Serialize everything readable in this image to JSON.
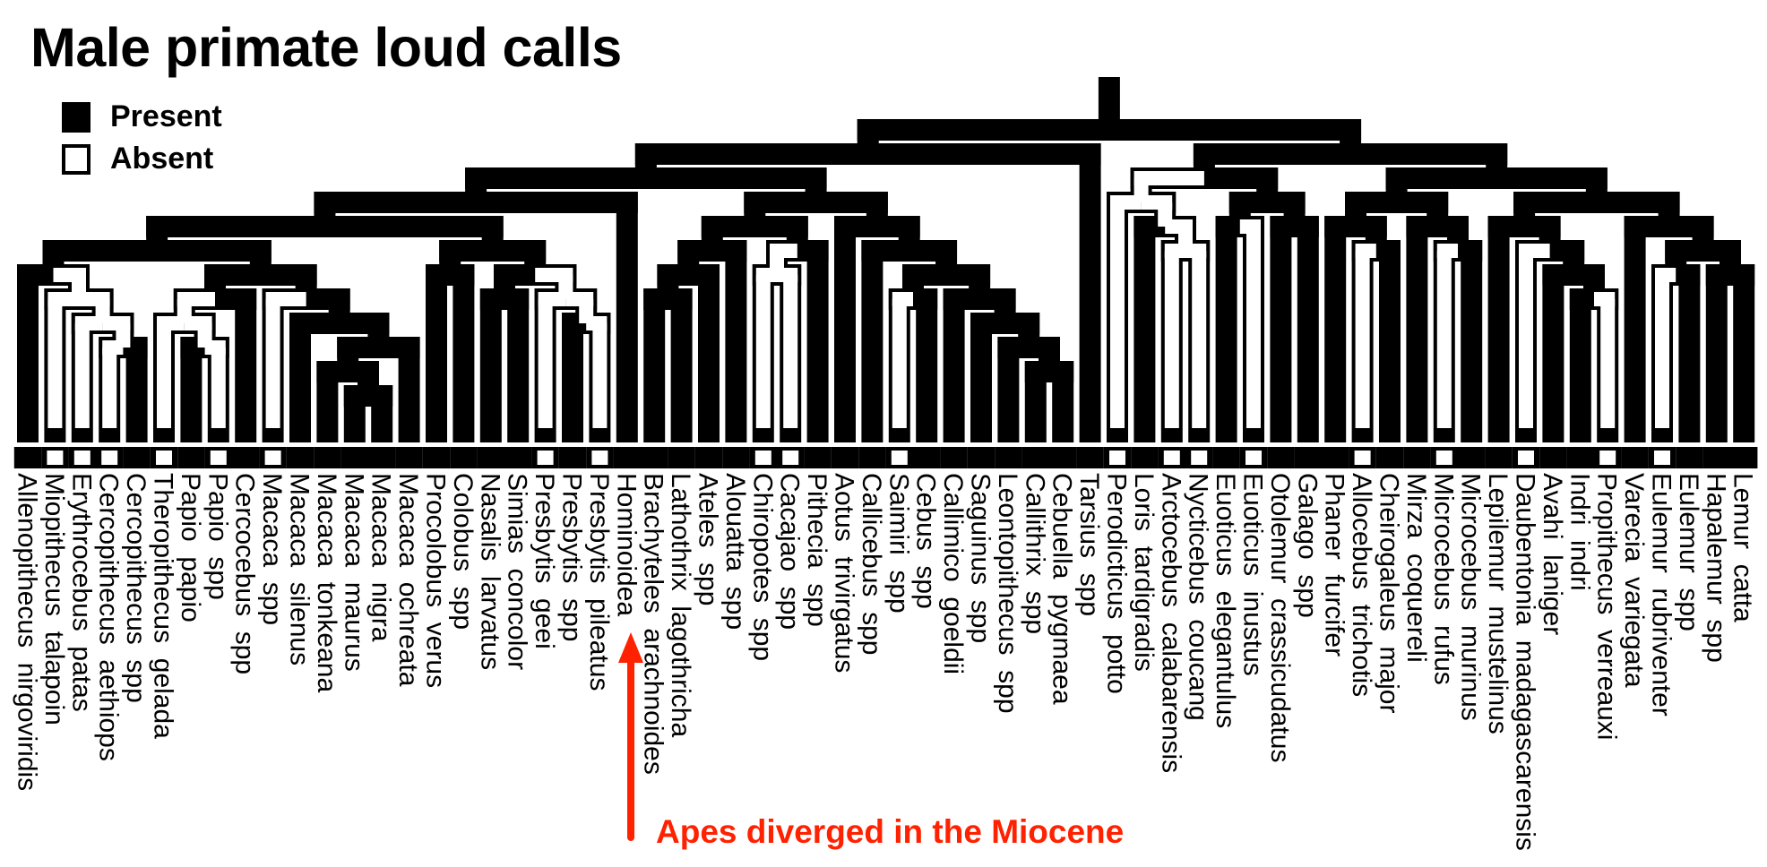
{
  "title": "Male primate loud calls",
  "legend": {
    "present_label": "Present",
    "absent_label": "Absent"
  },
  "colors": {
    "present": "#000000",
    "absent": "#ffffff",
    "annotation": "#ff2200"
  },
  "annotation": {
    "text": "Apes diverged in the Miocene",
    "points_to": "Hominoidea"
  },
  "taxa": [
    {
      "name": "Allenopithecus  nirgoviridis",
      "loud_call": "present"
    },
    {
      "name": "Miopithecus  talapoin",
      "loud_call": "absent"
    },
    {
      "name": "Erythrocebus  patas",
      "loud_call": "absent"
    },
    {
      "name": "Cercopithecus  aethiops",
      "loud_call": "absent"
    },
    {
      "name": "Cercopithecus  spp",
      "loud_call": "present"
    },
    {
      "name": "Theropithecus  gelada",
      "loud_call": "absent"
    },
    {
      "name": "Papio  papio",
      "loud_call": "present"
    },
    {
      "name": "Papio  spp",
      "loud_call": "absent"
    },
    {
      "name": "Cercocebus  spp",
      "loud_call": "present"
    },
    {
      "name": "Macaca  spp",
      "loud_call": "absent"
    },
    {
      "name": "Macaca  silenus",
      "loud_call": "present"
    },
    {
      "name": "Macaca  tonkeana",
      "loud_call": "present"
    },
    {
      "name": "Macaca  maurus",
      "loud_call": "present"
    },
    {
      "name": "Macaca  nigra",
      "loud_call": "present"
    },
    {
      "name": "Macaca  ochreata",
      "loud_call": "present"
    },
    {
      "name": "Procolobus  verus",
      "loud_call": "present"
    },
    {
      "name": "Colobus  spp",
      "loud_call": "present"
    },
    {
      "name": "Nasalis  larvatus",
      "loud_call": "present"
    },
    {
      "name": "Simias  concolor",
      "loud_call": "present"
    },
    {
      "name": "Presbytis  geei",
      "loud_call": "absent"
    },
    {
      "name": "Presbytis  spp",
      "loud_call": "present"
    },
    {
      "name": "Presbytis  pileatus",
      "loud_call": "absent"
    },
    {
      "name": "Hominoidea",
      "loud_call": "present"
    },
    {
      "name": "Brachyteles  arachnoides",
      "loud_call": "present"
    },
    {
      "name": "Lathothrix  lagothricha",
      "loud_call": "present"
    },
    {
      "name": "Ateles  spp",
      "loud_call": "present"
    },
    {
      "name": "Alouatta  spp",
      "loud_call": "present"
    },
    {
      "name": "Chiropotes  spp",
      "loud_call": "absent"
    },
    {
      "name": "Cacajao  spp",
      "loud_call": "absent"
    },
    {
      "name": "Pithecia  spp",
      "loud_call": "present"
    },
    {
      "name": "Aotus  trivirgatus",
      "loud_call": "present"
    },
    {
      "name": "Callicebus  spp",
      "loud_call": "present"
    },
    {
      "name": "Saimiri  spp",
      "loud_call": "absent"
    },
    {
      "name": "Cebus  spp",
      "loud_call": "present"
    },
    {
      "name": "Callimico  goeldii",
      "loud_call": "present"
    },
    {
      "name": "Saguinus  spp",
      "loud_call": "present"
    },
    {
      "name": "Leontopithecus  spp",
      "loud_call": "present"
    },
    {
      "name": "Callithrix  spp",
      "loud_call": "present"
    },
    {
      "name": "Cebuella  pygmaea",
      "loud_call": "present"
    },
    {
      "name": "Tarsius  spp",
      "loud_call": "present"
    },
    {
      "name": "Perodicticus  potto",
      "loud_call": "absent"
    },
    {
      "name": "Loris  tardigradis",
      "loud_call": "present"
    },
    {
      "name": "Arctocebus  calabarensis",
      "loud_call": "absent"
    },
    {
      "name": "Nycticebus  coucang",
      "loud_call": "absent"
    },
    {
      "name": "Euoticus  elegantulus",
      "loud_call": "present"
    },
    {
      "name": "Euoticus  inustus",
      "loud_call": "absent"
    },
    {
      "name": "Otolemur  crassicudatus",
      "loud_call": "present"
    },
    {
      "name": "Galago  spp",
      "loud_call": "present"
    },
    {
      "name": "Phaner  furcifer",
      "loud_call": "present"
    },
    {
      "name": "Allocebus  trichotis",
      "loud_call": "absent"
    },
    {
      "name": "Cheirogaleus  major",
      "loud_call": "present"
    },
    {
      "name": "Mirza  coquereli",
      "loud_call": "present"
    },
    {
      "name": "Microcebus  rufus",
      "loud_call": "absent"
    },
    {
      "name": "Microcebus  murinus",
      "loud_call": "present"
    },
    {
      "name": "Lepilemur  mustelinus",
      "loud_call": "present"
    },
    {
      "name": "Daubentonia  madagascarensis",
      "loud_call": "absent"
    },
    {
      "name": "Avahi  laniger",
      "loud_call": "present"
    },
    {
      "name": "Indri  indri",
      "loud_call": "present"
    },
    {
      "name": "Propithecus  verreauxi",
      "loud_call": "absent"
    },
    {
      "name": "Varecia  variegata",
      "loud_call": "present"
    },
    {
      "name": "Eulemur  rubriventer",
      "loud_call": "absent"
    },
    {
      "name": "Eulemur  spp",
      "loud_call": "present"
    },
    {
      "name": "Hapalemur  spp",
      "loud_call": "present"
    },
    {
      "name": "Lemur  catta",
      "loud_call": "present"
    }
  ],
  "topology": [
    [
      [
        [
          [
            [
              [
                1,
                [
                  2,
                  [
                    3,
                    [
                      4,
                      5
                    ]
                  ]
                ]
              ],
              [
                [
                  [
                    6,
                    [
                      7,
                      8
                    ]
                  ],
                  9
                ],
                [
                  10,
                  [
                    11,
                    [
                      [
                        12,
                        [
                          13,
                          14
                        ]
                      ],
                      15
                    ]
                  ]
                ]
              ]
            ],
            [
              [
                16,
                17
              ],
              [
                [
                  18,
                  19
                ],
                [
                  20,
                  [
                    21,
                    22
                  ]
                ]
              ]
            ]
          ],
          23
        ],
        [
          [
            [
              [
                [
                  24,
                  25
                ],
                26
              ],
              27
            ],
            [
              [
                28,
                29
              ],
              30
            ]
          ],
          [
            31,
            [
              32,
              [
                [
                  33,
                  34
                ],
                [
                  35,
                  [
                    36,
                    [
                      37,
                      [
                        38,
                        39
                      ]
                    ]
                  ]
                ]
              ]
            ]
          ]
        ]
      ],
      40
    ],
    [
      [
        [
          41,
          [
            42,
            [
              43,
              44
            ]
          ]
        ],
        [
          [
            45,
            46
          ],
          [
            47,
            48
          ]
        ]
      ],
      [
        [
          [
            49,
            [
              50,
              51
            ]
          ],
          [
            52,
            [
              53,
              54
            ]
          ]
        ],
        [
          [
            55,
            [
              56,
              [
                57,
                [
                  58,
                  59
                ]
              ]
            ]
          ],
          [
            60,
            [
              [
                61,
                62
              ],
              [
                63,
                64
              ]
            ]
          ]
        ]
      ]
    ]
  ]
}
